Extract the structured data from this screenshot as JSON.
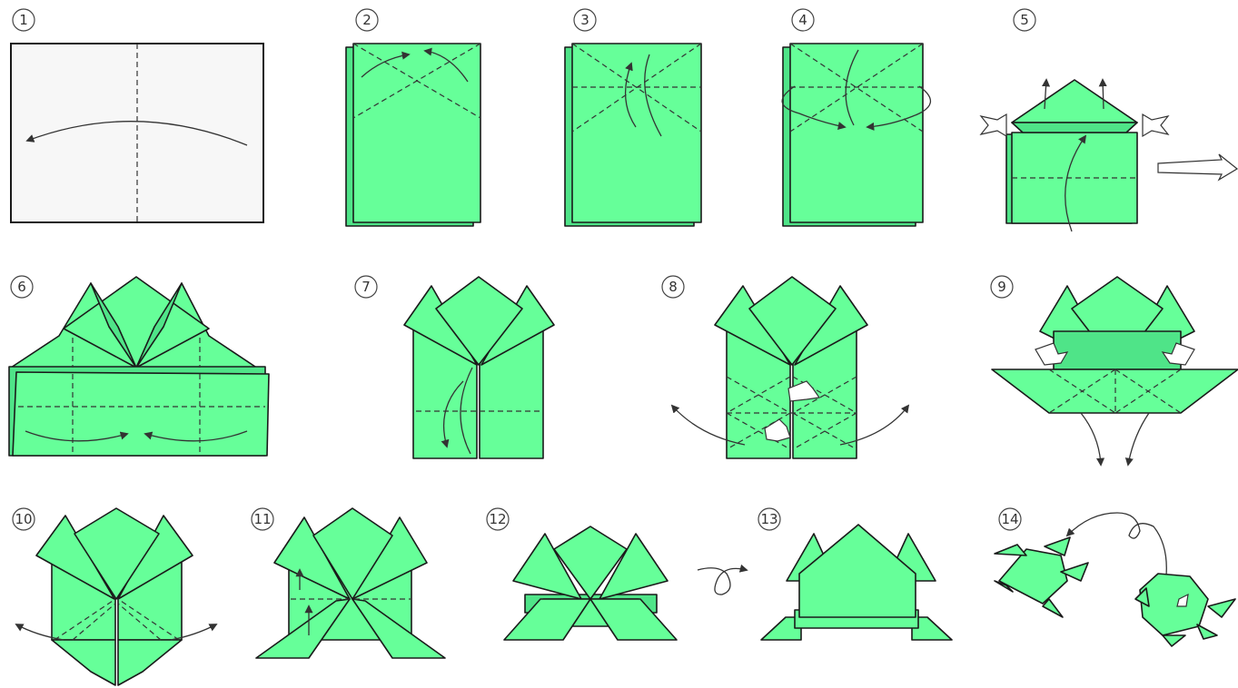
{
  "steps": [
    {
      "label": "1"
    },
    {
      "label": "2"
    },
    {
      "label": "3"
    },
    {
      "label": "4"
    },
    {
      "label": "5"
    },
    {
      "label": "6"
    },
    {
      "label": "7"
    },
    {
      "label": "8"
    },
    {
      "label": "9"
    },
    {
      "label": "10"
    },
    {
      "label": "11"
    },
    {
      "label": "12"
    },
    {
      "label": "13"
    },
    {
      "label": "14"
    }
  ],
  "colors": {
    "paper_green": "#66ff99",
    "paper_white": "#f7f7f7",
    "line": "#1a1a1a"
  }
}
